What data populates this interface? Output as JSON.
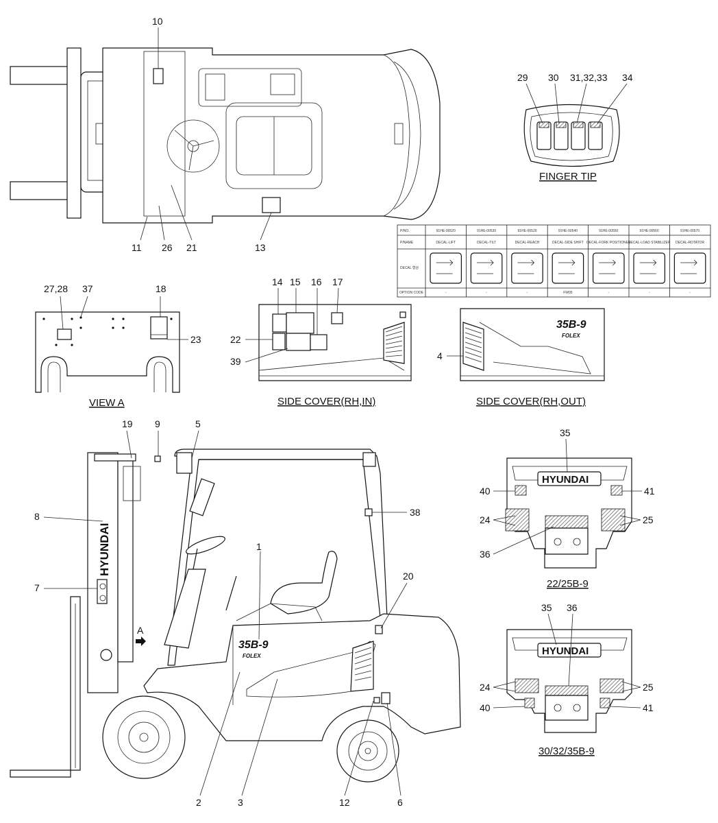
{
  "top_view": {
    "callouts": [
      "10",
      "11",
      "26",
      "21",
      "13"
    ]
  },
  "finger_tip": {
    "callouts": [
      "29",
      "30",
      "31,32,33",
      "34"
    ],
    "caption": "FINGER TIP"
  },
  "decal_table": {
    "row_labels": [
      "P/NO.",
      "P/NAME",
      "DECAL 형상",
      "OPTION CODE"
    ],
    "part_numbers": [
      "91HE-00520",
      "91HE-00530",
      "91HE-00520",
      "91HE-00540",
      "91HE-00550",
      "91HE-00560",
      "91HE-00570"
    ],
    "part_names": [
      "DECAL-LIFT",
      "DECAL-TILT",
      "DECAL-REACH",
      "DECAL-SIDE SHIFT",
      "DECAL-FORK POSITIONER",
      "DECAL-LOAD STABILIZER",
      "DECAL-ROTATOR"
    ],
    "option_codes": [
      "-",
      "-",
      "-",
      "FW05",
      "-",
      "-",
      "-"
    ]
  },
  "view_a": {
    "callouts": [
      "27,28",
      "37",
      "18",
      "23"
    ],
    "caption": "VIEW A"
  },
  "side_cover_in": {
    "callouts": [
      "14",
      "15",
      "16",
      "17",
      "22",
      "39"
    ],
    "caption": "SIDE COVER(RH,IN)"
  },
  "side_cover_out": {
    "callouts": [
      "4"
    ],
    "model_text": "35B-9",
    "brand_text": "FOLEX",
    "caption": "SIDE COVER(RH,OUT)"
  },
  "side_view": {
    "callouts": [
      "19",
      "9",
      "5",
      "8",
      "7",
      "1",
      "38",
      "20",
      "2",
      "3",
      "12",
      "6"
    ],
    "mast_text": "HYUNDAI",
    "arrow_label": "A",
    "model_text": "35B-9",
    "brand_text": "FOLEX"
  },
  "rear_22": {
    "callouts": [
      "35",
      "40",
      "41",
      "24",
      "25",
      "36"
    ],
    "brand_text": "HYUNDAI",
    "caption": "22/25B-9"
  },
  "rear_30": {
    "callouts": [
      "35",
      "36",
      "24",
      "25",
      "40",
      "41"
    ],
    "brand_text": "HYUNDAI",
    "caption": "30/32/35B-9"
  }
}
